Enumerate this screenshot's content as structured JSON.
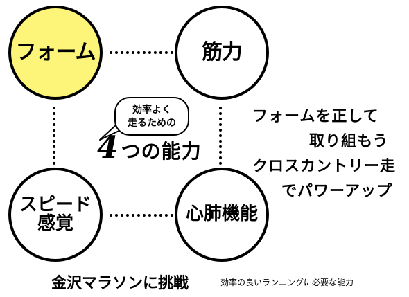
{
  "circles": {
    "form": "フォーム",
    "muscle": "筋力",
    "speed_line1": "スピード",
    "speed_line2": "感覚",
    "cardio": "心肺機能"
  },
  "center": {
    "bubble_line1": "効率よく",
    "bubble_line2": "走るための",
    "number": "4",
    "title": "つの能力"
  },
  "message": {
    "line1": "フォームを正して",
    "line2": "取り組もう",
    "line3": "クロスカントリー走",
    "line4": "でパワーアップ"
  },
  "footer": {
    "main": "金沢マラソンに挑戦",
    "sub": "効率の良いランニングに必要な能力"
  },
  "colors": {
    "highlight": "#fdf47a"
  }
}
